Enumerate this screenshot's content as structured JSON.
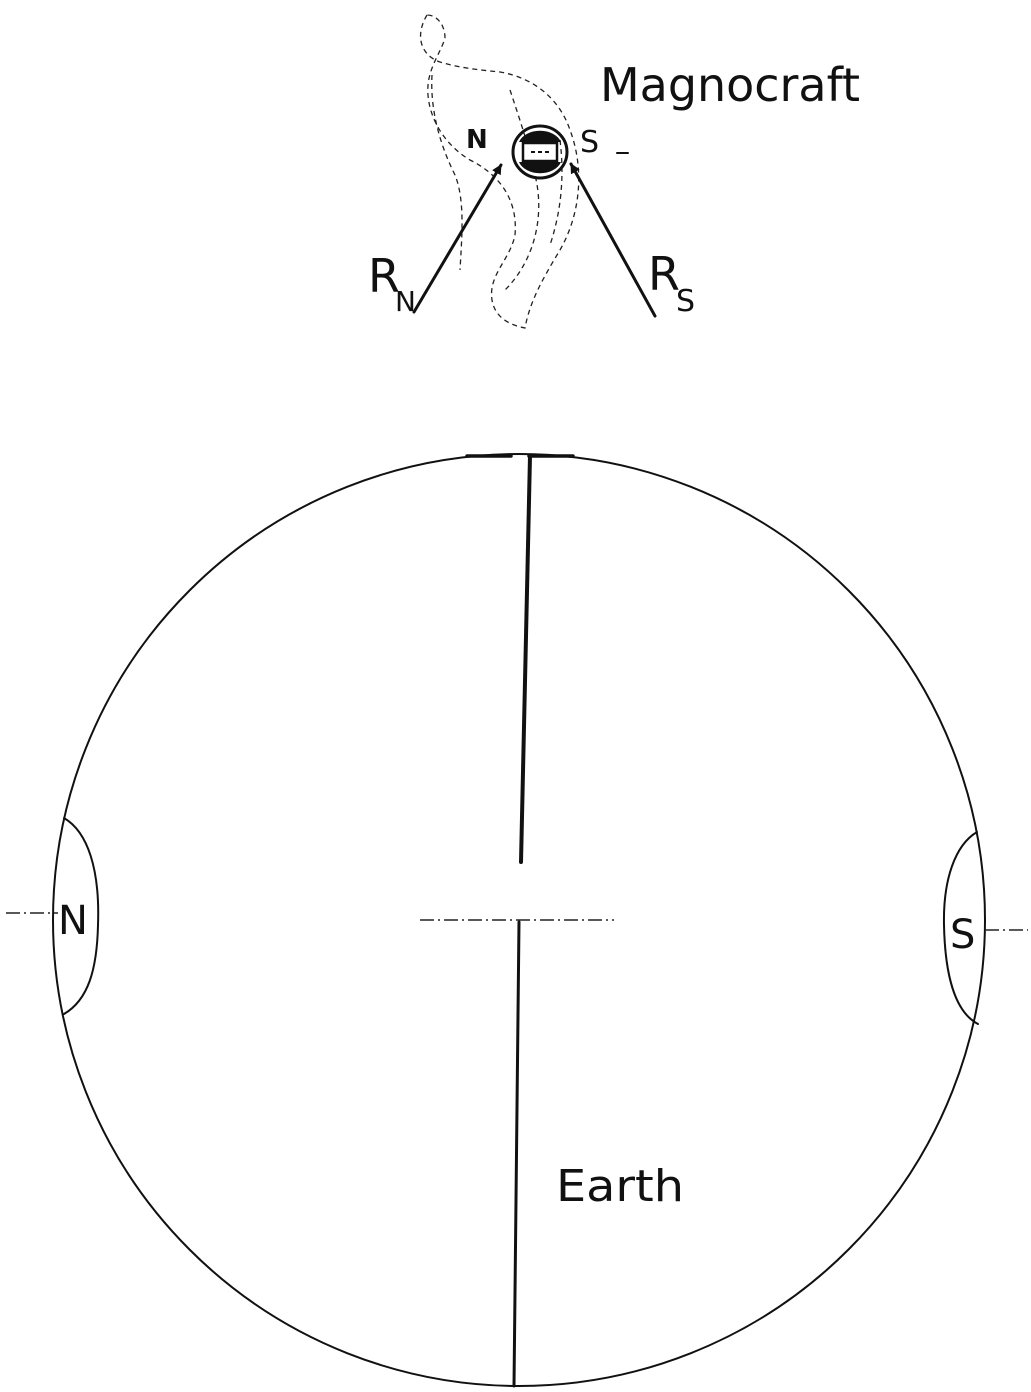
{
  "magnocraft": {
    "label": "Magnocraft",
    "pole_n": "N",
    "pole_s": "S"
  },
  "rays": {
    "north_main": "R",
    "north_sub": "N",
    "south_main": "R",
    "south_sub": "S"
  },
  "earth": {
    "label": "Earth",
    "pole_n": "N",
    "pole_s": "S"
  },
  "colors": {
    "ink": "#111111",
    "background": "#ffffff"
  }
}
